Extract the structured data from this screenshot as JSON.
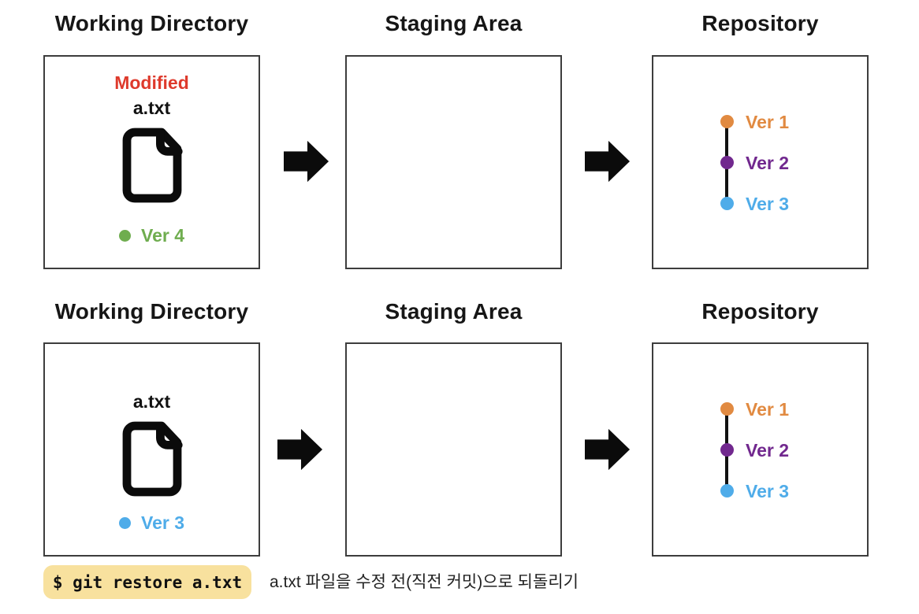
{
  "diagram": {
    "rows": [
      {
        "name": "before-restore",
        "working": {
          "title": "Working Directory",
          "status": "Modified",
          "filename": "a.txt",
          "version": {
            "label": "Ver 4",
            "color": "#6FAD4F"
          }
        },
        "staging": {
          "title": "Staging Area"
        },
        "repository": {
          "title": "Repository",
          "commits": [
            {
              "label": "Ver 1",
              "color": "#E18A41"
            },
            {
              "label": "Ver 2",
              "color": "#71288E"
            },
            {
              "label": "Ver 3",
              "color": "#4FACE9"
            }
          ]
        }
      },
      {
        "name": "after-restore",
        "working": {
          "title": "Working Directory",
          "filename": "a.txt",
          "version": {
            "label": "Ver 3",
            "color": "#4FACE9"
          }
        },
        "staging": {
          "title": "Staging Area"
        },
        "repository": {
          "title": "Repository",
          "commits": [
            {
              "label": "Ver 1",
              "color": "#E18A41"
            },
            {
              "label": "Ver 2",
              "color": "#71288E"
            },
            {
              "label": "Ver 3",
              "color": "#4FACE9"
            }
          ]
        }
      }
    ],
    "footer": {
      "command": "$ git restore a.txt",
      "caption": "a.txt 파일을 수정 전(직전 커밋)으로 되돌리기"
    },
    "colors": {
      "modified_red": "#DE3A2C",
      "command_background": "#F8E19E",
      "box_border": "#3D3D3D",
      "arrow_black": "#0B0B0B",
      "commit_line": "#111111"
    }
  }
}
